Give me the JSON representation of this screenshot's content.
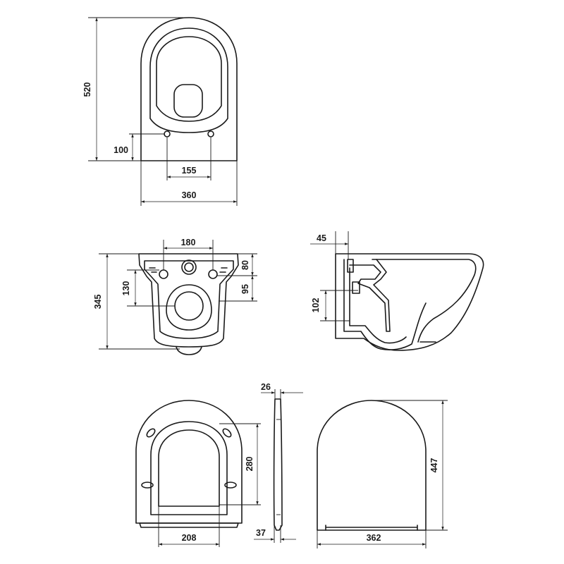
{
  "dimensions": {
    "top_height": "520",
    "top_wall_offset": "100",
    "top_hole_spacing": "155",
    "top_width": "360",
    "front_hole_spacing": "180",
    "front_height": "345",
    "front_hole_vertical": "130",
    "front_top_offset": "80",
    "front_lower_offset": "95",
    "side_depth": "45",
    "side_inlet_height": "102",
    "seat_thickness": "26",
    "seat_inner_length": "280",
    "seat_inner_width": "208",
    "seat_hinge": "37",
    "lid_width": "362",
    "lid_length": "447"
  }
}
